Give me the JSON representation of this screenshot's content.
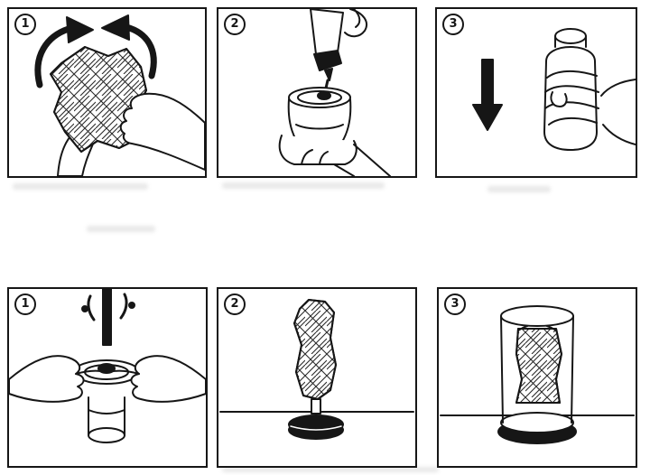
{
  "page": {
    "background": "#ffffff",
    "line_color": "#161616",
    "description_visible_text": "six instruction panels, each numbered with a circled digit"
  },
  "rows": [
    {
      "name": "top-instruction-row",
      "panels": [
        {
          "step": "1",
          "illustration": "knead-unfold-mesh-sleeve-with-rotating-arrows"
        },
        {
          "step": "2",
          "illustration": "pour-lotion-from-bottle-into-cup"
        },
        {
          "step": "3",
          "illustration": "hold-bottle-upright-downward-arrow"
        }
      ]
    },
    {
      "name": "bottom-instruction-row",
      "panels": [
        {
          "step": "1",
          "illustration": "press-cup-down-liquid-splash"
        },
        {
          "step": "2",
          "illustration": "mesh-sleeve-standing-on-round-base"
        },
        {
          "step": "3",
          "illustration": "mesh-sleeve-inside-clear-case"
        }
      ]
    }
  ]
}
